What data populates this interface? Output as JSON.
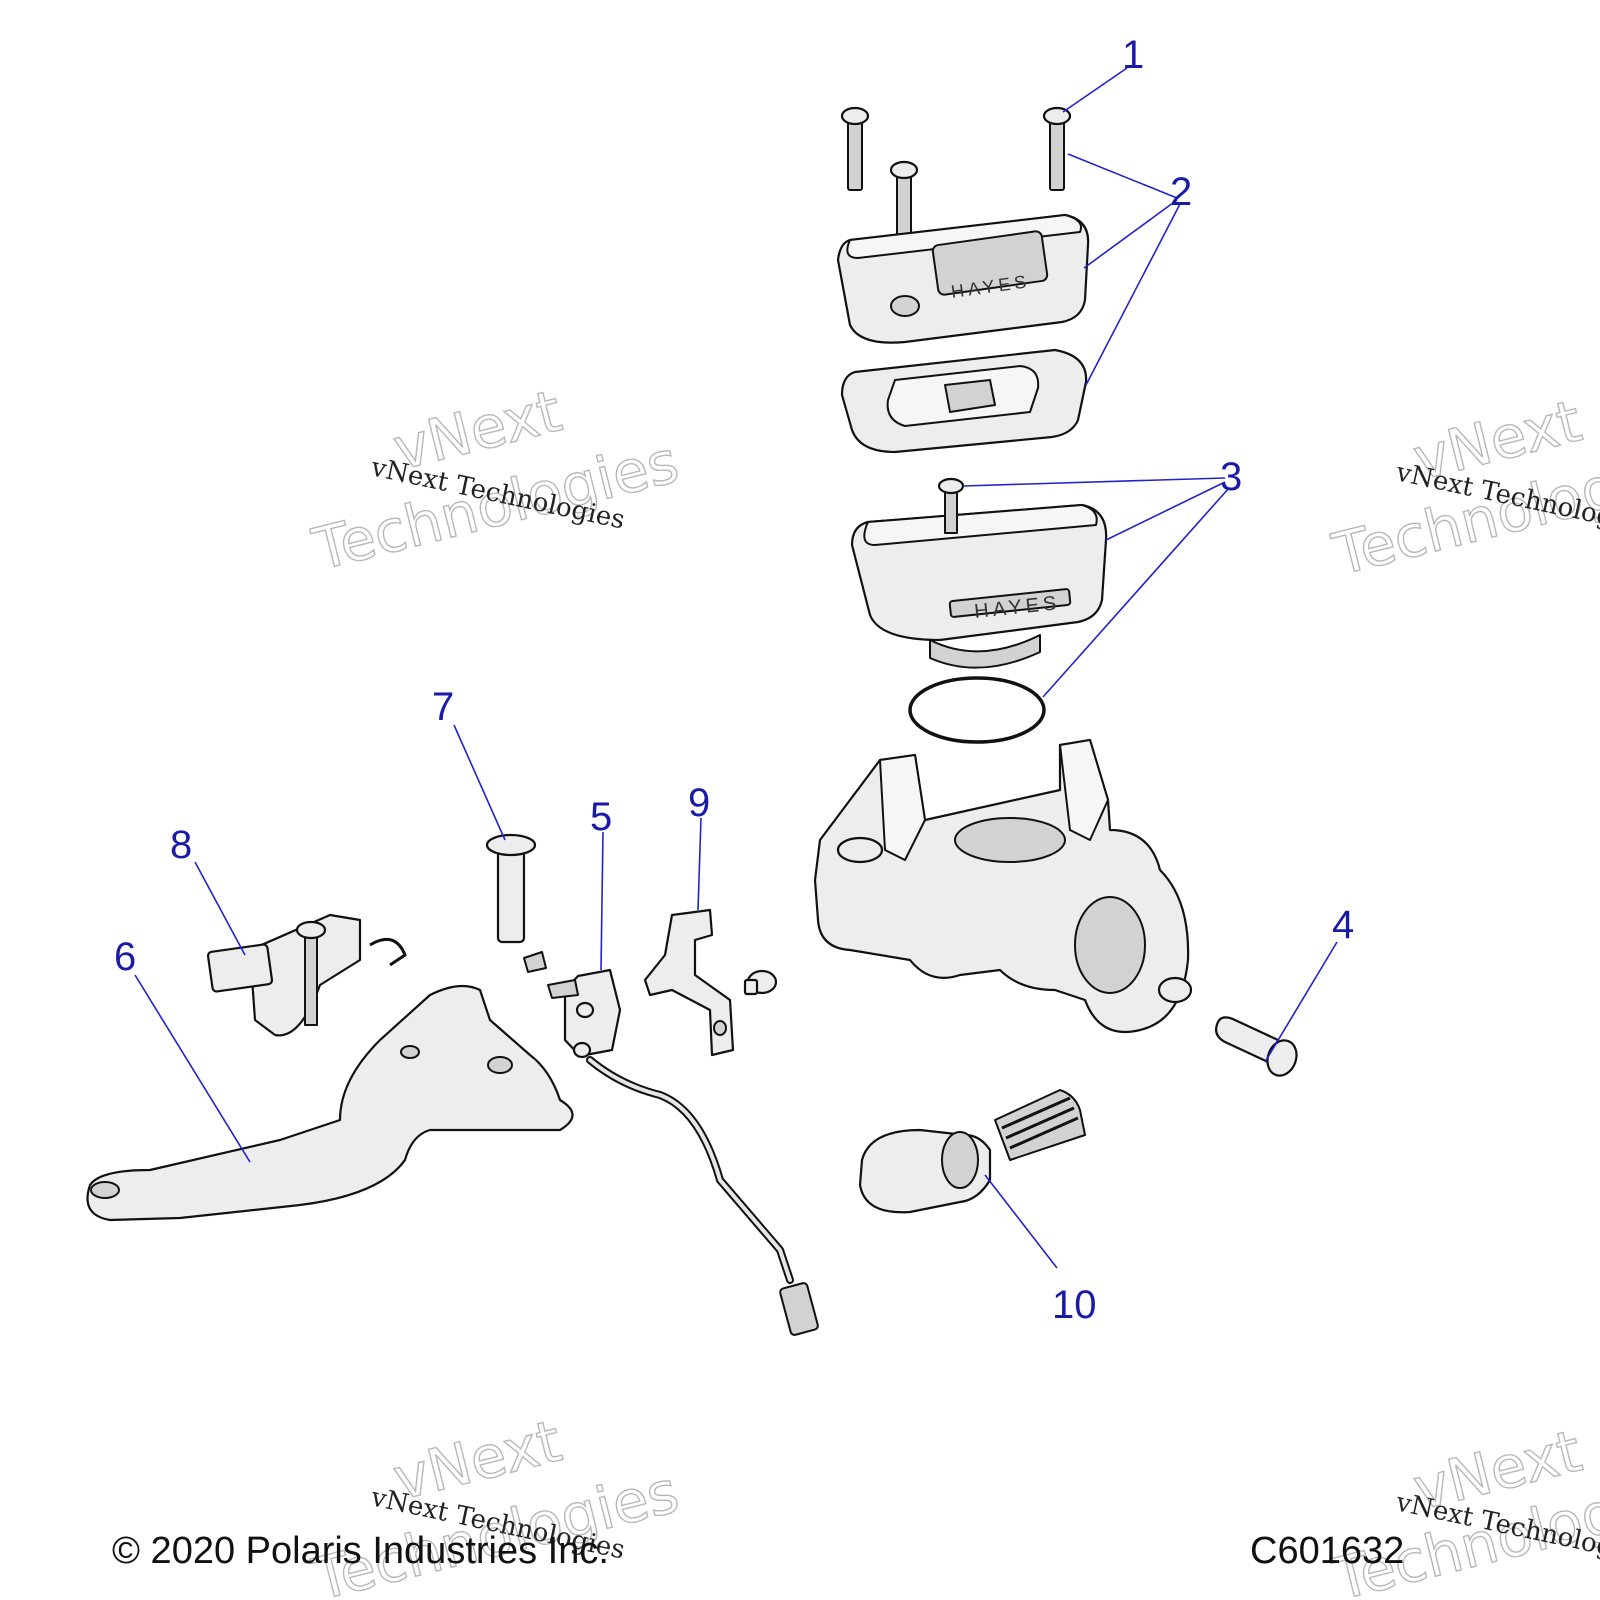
{
  "footer": {
    "copyright": "© 2020 Polaris Industries Inc.",
    "diagram_id": "C601632"
  },
  "watermark": {
    "line1": "vNext",
    "line2": "Technologies",
    "small": "vNext Technologies"
  },
  "callouts": [
    {
      "id": "1",
      "label": "1"
    },
    {
      "id": "2",
      "label": "2"
    },
    {
      "id": "3",
      "label": "3"
    },
    {
      "id": "4",
      "label": "4"
    },
    {
      "id": "5",
      "label": "5"
    },
    {
      "id": "6",
      "label": "6"
    },
    {
      "id": "7",
      "label": "7"
    },
    {
      "id": "8",
      "label": "8"
    },
    {
      "id": "9",
      "label": "9"
    },
    {
      "id": "10",
      "label": "10"
    }
  ],
  "brand_marking": "HAYES",
  "colors": {
    "callout": "#1a1aa8",
    "leader": "#2222cc",
    "part_fill": "#ededed",
    "line": "#111111"
  }
}
